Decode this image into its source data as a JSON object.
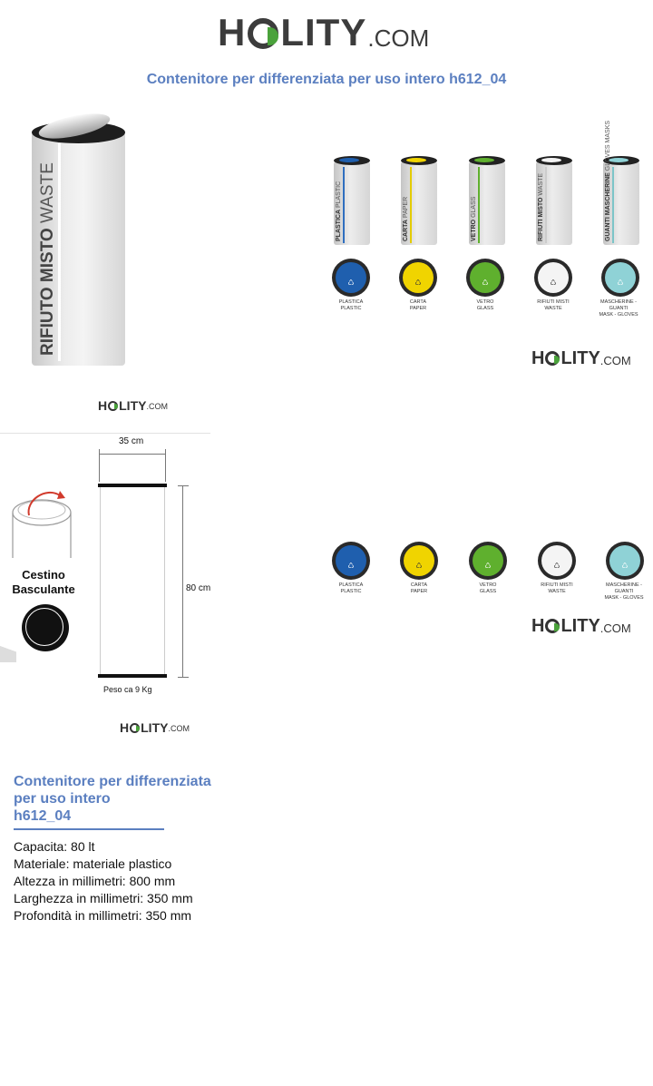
{
  "header": {
    "logo_big": "H",
    "logo_rest": "LITY",
    "logo_com": ".COM",
    "title": "Contenitore per differenziata per uso intero h612_04"
  },
  "bin": {
    "text_bold": "RIFIUTO MISTO",
    "text_light": " WASTE"
  },
  "bins": [
    {
      "bold": "PLASTICA",
      "light": " PLASTIC",
      "color": "#1f5fae",
      "line": "#2f6fc0",
      "lid_label_1": "PLASTICA",
      "lid_label_2": "PLASTIC"
    },
    {
      "bold": "CARTA",
      "light": " PAPER",
      "color": "#f0d400",
      "line": "#e4cc00",
      "lid_label_1": "CARTA",
      "lid_label_2": "PAPER"
    },
    {
      "bold": "VETRO",
      "light": " GLASS",
      "color": "#5fb02e",
      "line": "#5fb02e",
      "lid_label_1": "VETRO",
      "lid_label_2": "GLASS"
    },
    {
      "bold": "RIFIUTI MISTO",
      "light": " WASTE",
      "color": "#f2f2f2",
      "line": "#cccccc",
      "lid_label_1": "RIFIUTI MISTI",
      "lid_label_2": "WASTE"
    },
    {
      "bold": "GUANTI MASCHERINE",
      "light": " GLOVES MASKS",
      "color": "#8fd2d6",
      "line": "#7cc5c8",
      "lid_label_1": "MASCHERINE - GUANTI",
      "lid_label_2": "MASK - GLOVES"
    }
  ],
  "logo_small": {
    "big": "H",
    "rest": "LITY",
    "com": ".COM"
  },
  "drawing": {
    "width_label": "35 cm",
    "height_label": "80 cm",
    "weight_label": "Peso ca 9 Kg",
    "swing_label_1": "Cestino",
    "swing_label_2": "Basculante"
  },
  "product": {
    "title_1": "Contenitore per differenziata",
    "title_2": "per uso intero",
    "title_3": "h612_04",
    "specs": [
      "Capacita: 80 lt",
      "Materiale: materiale plastico",
      "Altezza in millimetri: 800 mm",
      "Larghezza in millimetri: 350 mm",
      "Profondità in millimetri: 350 mm"
    ]
  },
  "colors": {
    "accent": "#5b7fc0",
    "logo_green": "#4aa23b"
  }
}
